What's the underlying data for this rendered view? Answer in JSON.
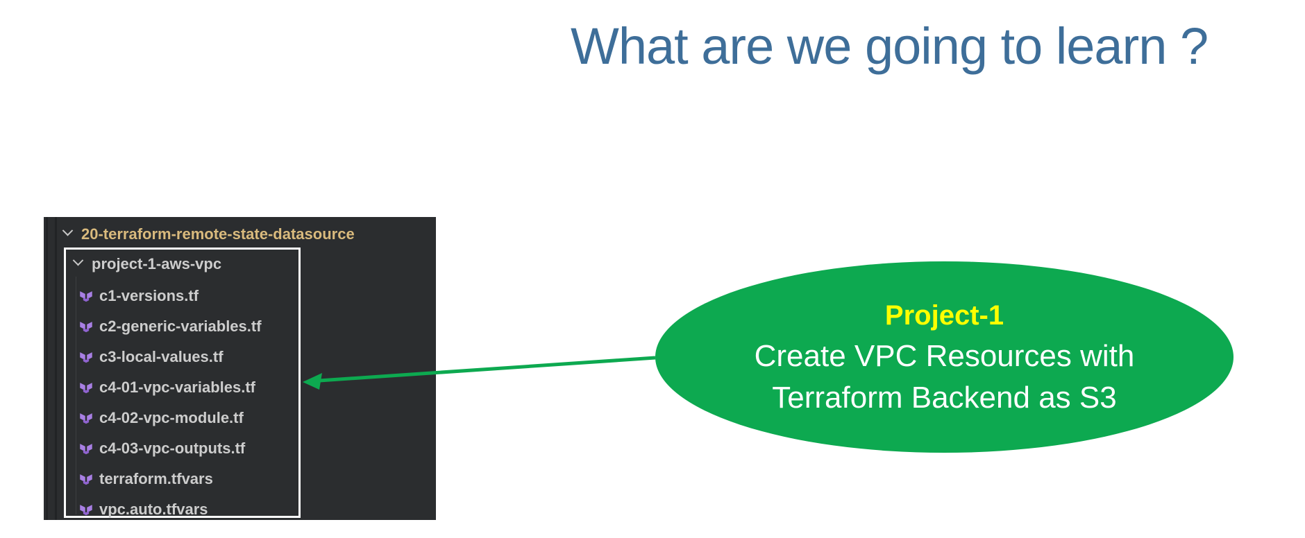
{
  "slide": {
    "title": "What are we going to learn ?",
    "title_color": "#3E6E99",
    "background": "#FFFFFF"
  },
  "file_tree": {
    "root_folder": "20-terraform-remote-state-datasource",
    "subfolder": "project-1-aws-vpc",
    "files": [
      "c1-versions.tf",
      "c2-generic-variables.tf",
      "c3-local-values.tf",
      "c4-01-vpc-variables.tf",
      "c4-02-vpc-module.tf",
      "c4-03-vpc-outputs.tf",
      "terraform.tfvars",
      "vpc.auto.tfvars"
    ],
    "icons": {
      "root_chevron": "chevron-down-icon",
      "subfolder_chevron": "chevron-down-icon",
      "file_icon": "terraform-file-icon"
    },
    "colors": {
      "panel_bg": "#2B2D2F",
      "folder_text": "#D9BA7D",
      "file_text": "#CDCDCD",
      "icon_purple": "#A87FE3",
      "highlight_border": "#FFFFFF"
    }
  },
  "callout": {
    "heading": "Project-1",
    "line1": "Create VPC Resources with",
    "line2": "Terraform Backend as S3",
    "fill": "#0DA950",
    "heading_color": "#FFFF00",
    "text_color": "#FFFFFF"
  },
  "arrow": {
    "color": "#0DA950",
    "points_to": "c4-01-vpc-variables.tf"
  }
}
